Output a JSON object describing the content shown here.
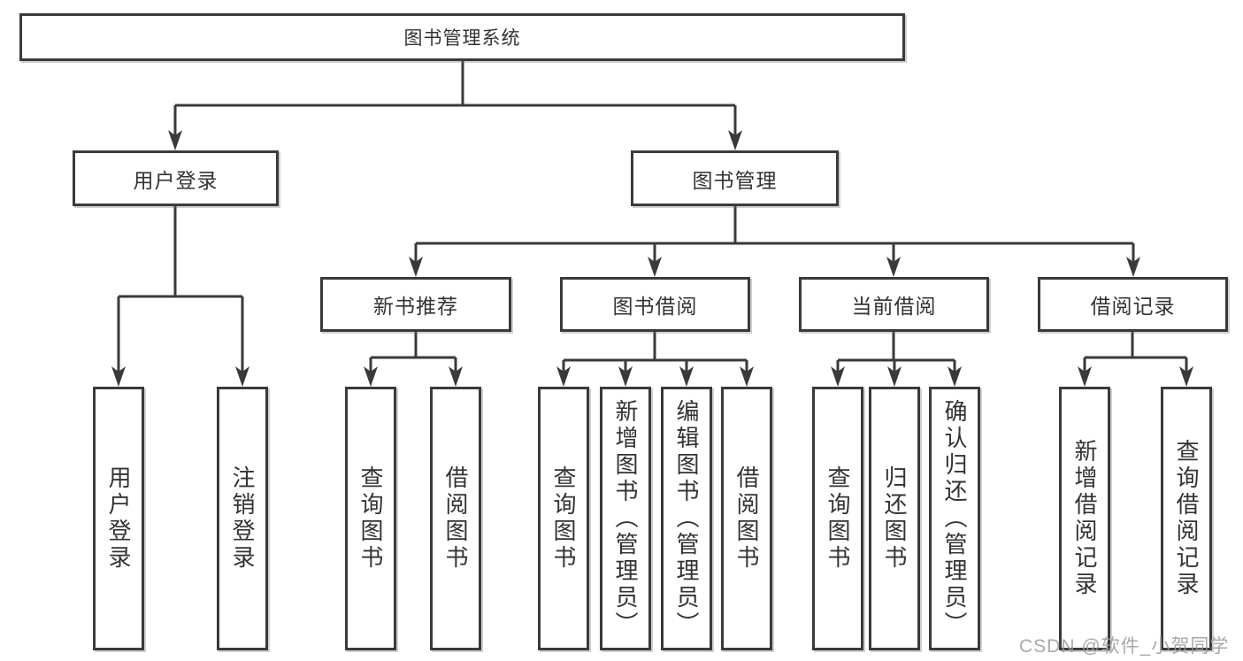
{
  "diagram": {
    "root": {
      "label": "图书管理系统"
    },
    "level1": [
      {
        "id": "user-login",
        "label": "用户登录"
      },
      {
        "id": "book-management",
        "label": "图书管理"
      }
    ],
    "level2": [
      {
        "id": "new-book-recommend",
        "label": "新书推荐"
      },
      {
        "id": "book-borrowing",
        "label": "图书借阅"
      },
      {
        "id": "current-borrowing",
        "label": "当前借阅"
      },
      {
        "id": "borrowing-records",
        "label": "借阅记录"
      }
    ],
    "leaves": [
      {
        "parent": "用户登录",
        "label": "用户登录"
      },
      {
        "parent": "用户登录",
        "label": "注销登录"
      },
      {
        "parent": "新书推荐",
        "label": "查询图书"
      },
      {
        "parent": "新书推荐",
        "label": "借阅图书"
      },
      {
        "parent": "图书借阅",
        "label": "查询图书"
      },
      {
        "parent": "图书借阅",
        "label": "新增图书（管理员）"
      },
      {
        "parent": "图书借阅",
        "label": "编辑图书（管理员）"
      },
      {
        "parent": "图书借阅",
        "label": "借阅图书"
      },
      {
        "parent": "当前借阅",
        "label": "查询图书"
      },
      {
        "parent": "当前借阅",
        "label": "归还图书"
      },
      {
        "parent": "当前借阅",
        "label": "确认归还（管理员）"
      },
      {
        "parent": "借阅记录",
        "label": "新增借阅记录"
      },
      {
        "parent": "借阅记录",
        "label": "查询借阅记录"
      }
    ],
    "watermark": "CSDN @软件_小贺同学"
  },
  "colors": {
    "line": "#3a3a3a",
    "box_border": "#3a3a3a",
    "text": "#333333",
    "watermark": "#9b9b9b",
    "background": "#ffffff"
  }
}
